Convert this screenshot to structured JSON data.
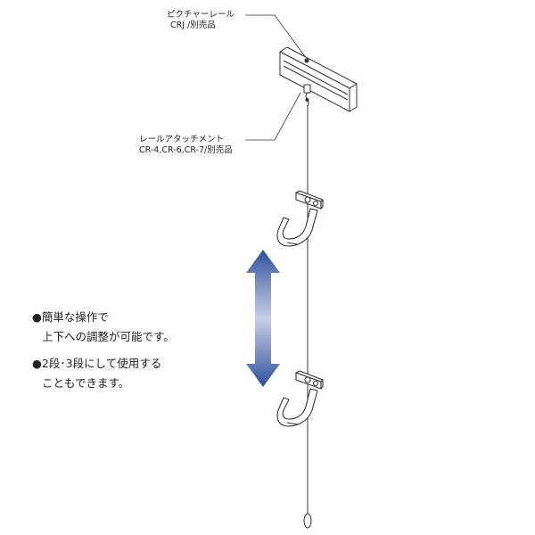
{
  "rail_label": {
    "line1": "ピクチャーレール",
    "line2": "CRJ /別売品"
  },
  "attachment_label": {
    "line1": "レールアタッチメント",
    "line2": "CR-4,CR-6,CR-7/別売品"
  },
  "features": [
    {
      "line1": "●簡単な操作で",
      "line2": "上下への調整が可能です。"
    },
    {
      "line1": "●2段･3段にして使用する",
      "line2": "こともできます。"
    }
  ],
  "colors": {
    "arrow_top": "#2f4f9e",
    "arrow_mid": "#c8d0e6",
    "arrow_bottom": "#2f4f9e",
    "line": "#333333"
  },
  "icons": [
    "picture-rail",
    "rail-attachment",
    "hook",
    "double-headed-arrow",
    "wire-end-weight"
  ]
}
